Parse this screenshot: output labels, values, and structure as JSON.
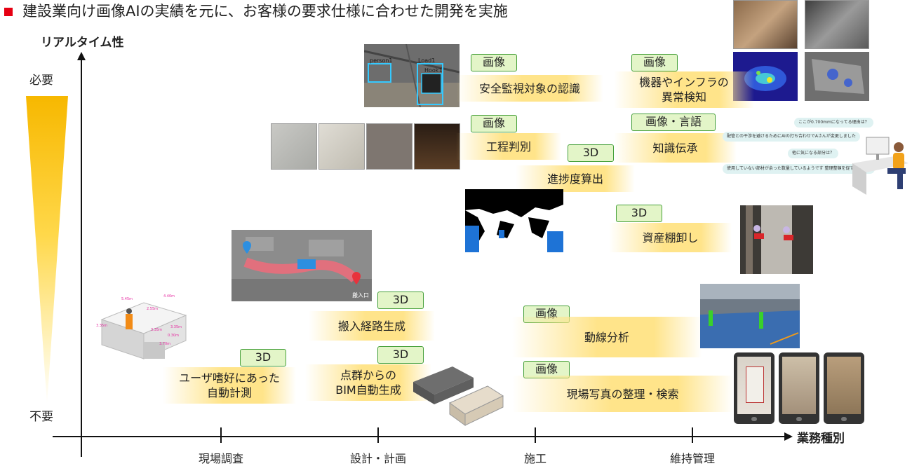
{
  "title": "建設業向け画像AIの実績を元に、お客様の要求仕様に合わせた開発を実施",
  "y_axis": {
    "label": "リアルタイム性",
    "high": "必要",
    "low": "不要"
  },
  "x_axis": {
    "label": "業務種別",
    "categories": [
      "現場調査",
      "設計・計画",
      "施工",
      "維持管理"
    ]
  },
  "colors": {
    "accent_red": "#e60012",
    "yellow": "#ffd84a",
    "tag_green_border": "#46a03a",
    "tag_green_fill": "#e3f5c8"
  },
  "items": [
    {
      "tag": "画像",
      "text": "安全監視対象の認識"
    },
    {
      "tag": "画像",
      "text": "工程判別"
    },
    {
      "tag": "3D",
      "text": "進捗度算出"
    },
    {
      "tag": "画像",
      "line1": "機器やインフラの",
      "line2": "異常検知"
    },
    {
      "tag": "画像・言語",
      "text": "知識伝承"
    },
    {
      "tag": "3D",
      "text": "資産棚卸し"
    },
    {
      "tag": "3D",
      "text": "搬入経路生成"
    },
    {
      "tag": "3D",
      "line1": "ユーザ嗜好にあった",
      "line2": "自動計測"
    },
    {
      "tag": "3D",
      "line1": "点群からの",
      "line2": "BIM自動生成"
    },
    {
      "tag": "画像",
      "text": "動線分析"
    },
    {
      "tag": "画像",
      "text": "現場写真の整理・検索"
    }
  ],
  "image_labels": {
    "safety": [
      "person1",
      "Load1",
      "Hook1"
    ],
    "route_end": "搬入口",
    "room_dims": [
      "5.45m",
      "4.40m",
      "2.55m",
      "3.35m",
      "3.35m",
      "3.35m",
      "0.30m",
      "3.70m"
    ]
  },
  "chat_bubbles": [
    "ここが0.700mmになってる理由は？",
    "配管との干渉を避けるためにAIの打ち合わせでAさんが変更しました",
    "他に気になる部分は？",
    "使用していない部材が余った数量しているようです 整理整頓を促すべきです"
  ]
}
